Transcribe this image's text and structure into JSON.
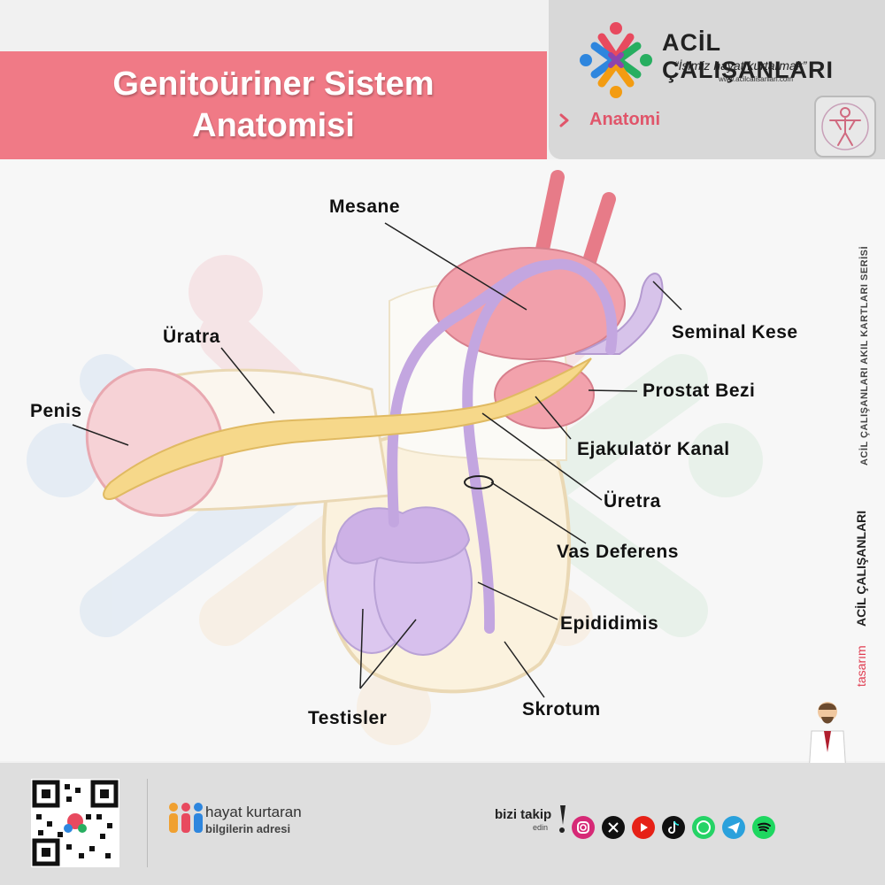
{
  "header": {
    "title_line1": "Genitoüriner Sistem",
    "title_line2": "Anatomisi",
    "section": "Anatomi",
    "brand_name": "ACİL ÇALIŞANLARI",
    "brand_slogan": "“İşimiz hayat kurtarmak”",
    "brand_url": "www.acilcalisanlari.com",
    "band_color": "#f07a86"
  },
  "diagram": {
    "labels": {
      "mesane": "Mesane",
      "uratra": "Üratra",
      "penis": "Penis",
      "seminal": "Seminal Kese",
      "prostat": "Prostat Bezi",
      "ejakulator": "Ejakulatör Kanal",
      "uretra": "Üretra",
      "vas": "Vas Deferens",
      "epididimis": "Epididimis",
      "testisler": "Testisler",
      "skrotum": "Skrotum"
    }
  },
  "side": {
    "series": "ACİL ÇALIŞANLARI AKIL KARTLARI SERİSİ",
    "design_prefix": "tasarım",
    "design_brand": "ACİL ÇALIŞANLARI"
  },
  "footer": {
    "line1": "hayat kurtaran",
    "line2": "bilgilerin adresi",
    "follow": "bizi takip",
    "follow_sub": "edin",
    "social": [
      "instagram-icon",
      "x-icon",
      "youtube-icon",
      "tiktok-icon",
      "whatsapp-icon",
      "telegram-icon",
      "spotify-icon"
    ]
  }
}
